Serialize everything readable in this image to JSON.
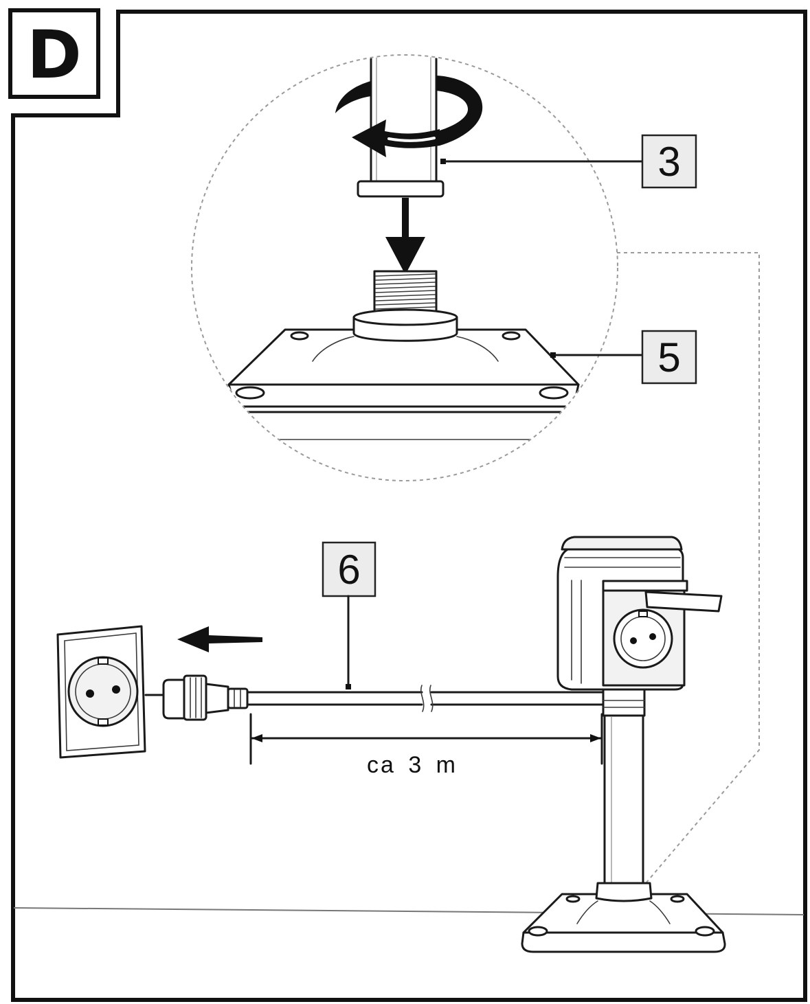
{
  "panel": {
    "label": "D"
  },
  "callouts": [
    {
      "label": "3"
    },
    {
      "label": "5"
    },
    {
      "label": "6"
    }
  ],
  "dimension": {
    "label": "ca 3 m"
  }
}
